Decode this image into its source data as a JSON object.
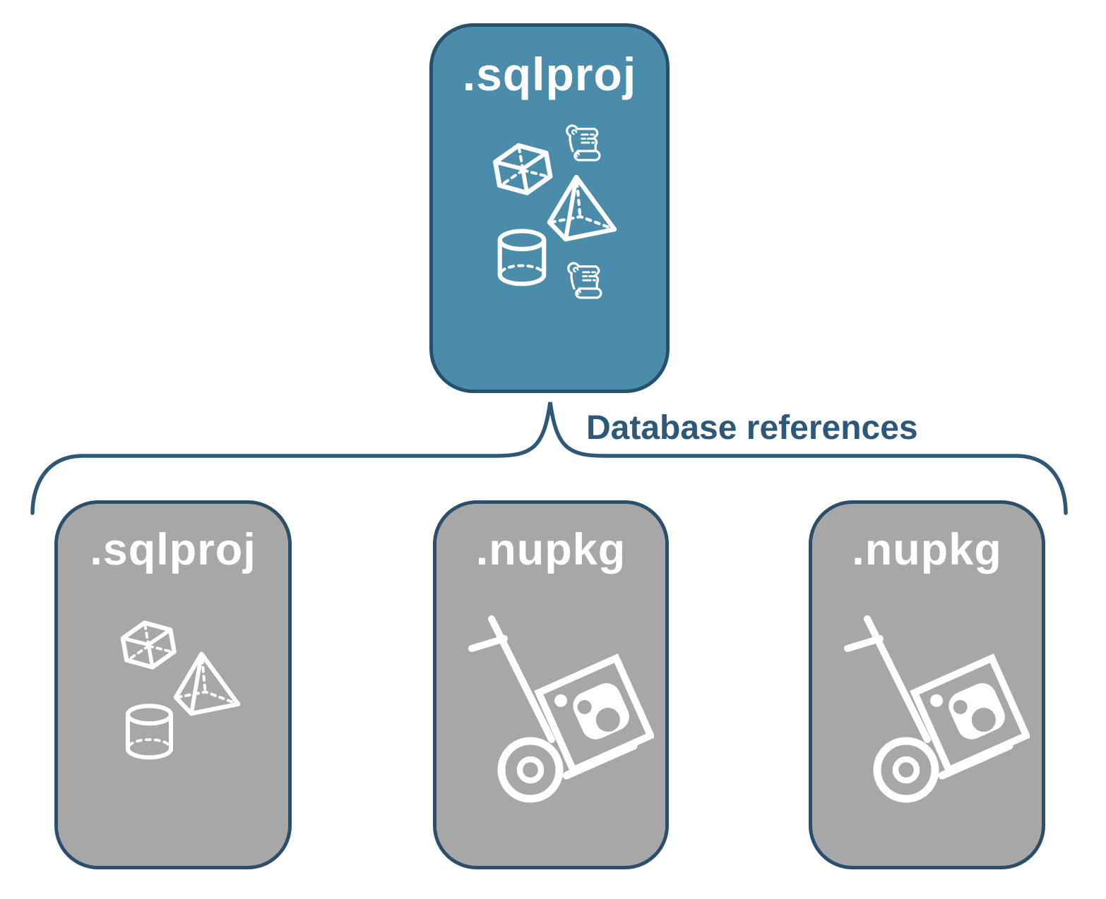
{
  "diagram": {
    "root": {
      "label": ".sqlproj",
      "icons": [
        "scroll-icon",
        "cube-icon",
        "pyramid-icon",
        "cylinder-icon",
        "scroll-icon"
      ]
    },
    "connector_label": "Database references",
    "children": [
      {
        "label": ".sqlproj",
        "icons": [
          "cube-icon",
          "pyramid-icon",
          "cylinder-icon"
        ]
      },
      {
        "label": ".nupkg",
        "icons": [
          "nuget-handtruck-icon"
        ]
      },
      {
        "label": ".nupkg",
        "icons": [
          "nuget-handtruck-icon"
        ]
      }
    ],
    "colors": {
      "root_fill": "#4b8cab",
      "root_border": "#26506c",
      "child_fill": "#a7a7a7",
      "child_border": "#2b4f6b",
      "connector": "#2d5878",
      "icon": "#ffffff",
      "label_text": "#ffffff",
      "background": "#ffffff"
    }
  }
}
